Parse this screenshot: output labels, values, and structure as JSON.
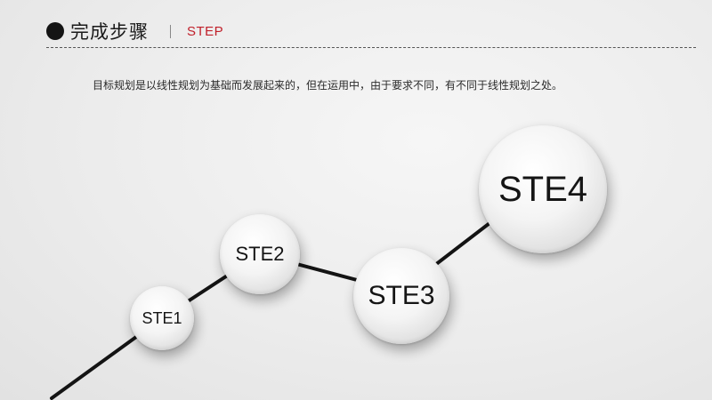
{
  "header": {
    "title": "完成步骤",
    "subtitle": "STEP"
  },
  "description": "目标规划是以线性规划为基础而发展起来的，但在运用中，由于要求不同，有不同于线性规划之处。",
  "steps": [
    {
      "label": "STE1"
    },
    {
      "label": "STE2"
    },
    {
      "label": "STE3"
    },
    {
      "label": "STE4"
    }
  ],
  "colors": {
    "accent": "#c0202a",
    "line": "#141414"
  }
}
